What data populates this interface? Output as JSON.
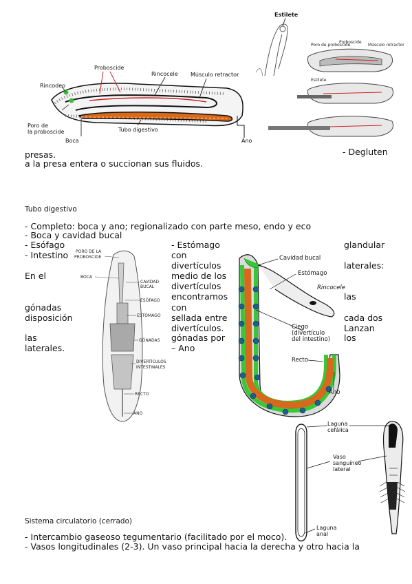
{
  "fig1": {
    "labels": {
      "proboscide": "Proboscide",
      "rincocele": "Rincocele",
      "musculo": "Músculo retractor",
      "rincodeo": "Rincodeo",
      "poro_line1": "Poro de",
      "poro_line2": "la proboscide",
      "boca": "Boca",
      "tubo": "Tubo digestivo",
      "ano": "Ano"
    }
  },
  "fig2": {
    "labels": {
      "estilete": "Estilete",
      "poro": "Poro de proboscide",
      "proboscide": "Proboscide",
      "musculo": "Músculo retractor",
      "estilete_small": "Estilete"
    }
  },
  "text": {
    "deglutir": "- Degluten",
    "presas": "presas.",
    "presa_line": "a la presa entera o succionan sus fluidos.",
    "tubo_heading": "Tubo digestivo",
    "completo": "- Completo: boca y ano; regionalizado con parte meso, endo y eco",
    "boca_line": "- Boca y cavidad bucal",
    "esofago": "- Esófago",
    "intestino": "- Intestino",
    "en_el": "En el",
    "gonadas": "gónadas",
    "disposicion": "disposición",
    "las": "las",
    "laterales": "laterales.",
    "mid_col": [
      "- Estómago",
      "con",
      "divertículos",
      "medio de los",
      "divertículos",
      "encontramos",
      "con",
      "sellada entre",
      "divertículos.",
      "gónadas por",
      "– Ano"
    ],
    "right_col": {
      "glandular": "glandular",
      "laterales": "laterales:",
      "las": "las",
      "cada_dos": "cada dos",
      "lanzan": "Lanzan",
      "los": "los"
    },
    "sistema_heading": "Sistema circulatorio (cerrado)",
    "intercambio": "- Intercambio gaseoso tegumentario (facilitado por el moco).",
    "vasos": "- Vasos longitudinales (2-3). Un vaso principal hacia la derecha y otro hacia la"
  },
  "fig3": {
    "labels": [
      "PORO DE LA",
      "PROBOSCIDE",
      "BOCA",
      "CAVIDAD",
      "BUCAL",
      "ESÓFAGO",
      "ESTÓMAGO",
      "GÓNADAS",
      "DIVERTÍCULOS",
      "INTESTINALES",
      "RECTO",
      "ANO"
    ]
  },
  "fig4": {
    "labels": {
      "cavidad": "Cavidad bucal",
      "estomago": "Estómago",
      "rincocele": "Rincocele",
      "ciego1": "Ciego",
      "ciego2": "(divertículo",
      "ciego3": "del intestino)",
      "recto": "Recto",
      "ano": "Ano"
    }
  },
  "fig5": {
    "labels": {
      "laguna1": "Laguna",
      "laguna2": "cefálica",
      "vaso1": "Vaso",
      "vaso2": "sanguíneo",
      "vaso3": "lateral",
      "anal1": "Laguna",
      "anal2": "anal"
    }
  }
}
